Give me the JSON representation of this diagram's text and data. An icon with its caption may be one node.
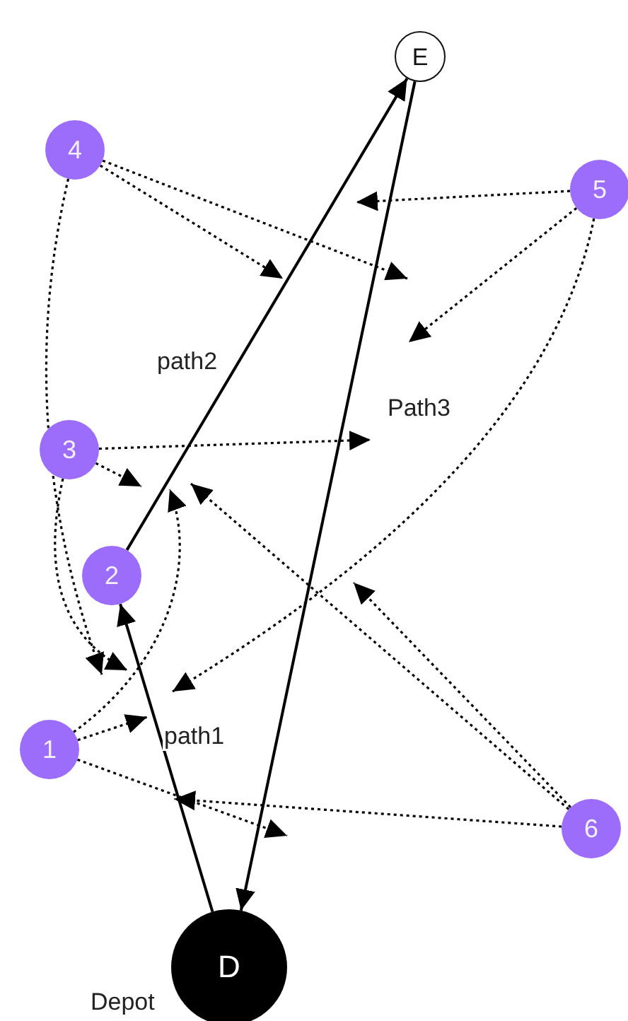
{
  "diagram": {
    "nodes": [
      {
        "text": [
          "E"
        ]
      },
      {
        "text": [
          "4"
        ]
      },
      {
        "text": [
          "5"
        ]
      },
      {
        "text": [
          "3"
        ]
      },
      {
        "text": [
          "2"
        ]
      },
      {
        "text": [
          "1"
        ]
      },
      {
        "text": [
          "6"
        ]
      },
      {
        "text": [
          "D"
        ],
        "beside": [
          "Depot"
        ]
      }
    ],
    "edges": [
      {
        "from": 7,
        "to": 4,
        "arrow": "to",
        "label": "path1"
      },
      {
        "from": 4,
        "to": 0,
        "arrow": "to",
        "label": "path2"
      },
      {
        "from": 0,
        "to": 7,
        "arrow": "to",
        "label": "Path3"
      },
      {
        "from": 1,
        "to": null,
        "arrow": "to",
        "style": "dashed"
      },
      {
        "from": 1,
        "to": null,
        "arrow": "to",
        "style": "dashed"
      },
      {
        "from": 1,
        "to": null,
        "arrow": "to",
        "style": "dashed"
      },
      {
        "from": 2,
        "to": null,
        "arrow": "to",
        "style": "dashed"
      },
      {
        "from": 2,
        "to": null,
        "arrow": "to",
        "style": "dashed"
      },
      {
        "from": 2,
        "to": null,
        "arrow": "to",
        "style": "dashed"
      },
      {
        "from": 3,
        "to": null,
        "arrow": "to",
        "style": "dashed"
      },
      {
        "from": 3,
        "to": null,
        "arrow": "to",
        "style": "dashed"
      },
      {
        "from": 3,
        "to": null,
        "arrow": "to",
        "style": "dashed"
      },
      {
        "from": 5,
        "to": null,
        "arrow": "to",
        "style": "dashed"
      },
      {
        "from": 5,
        "to": null,
        "arrow": "to",
        "style": "dashed"
      },
      {
        "from": 5,
        "to": null,
        "arrow": "to",
        "style": "dashed"
      },
      {
        "from": 6,
        "to": null,
        "arrow": "to",
        "style": "dashed"
      },
      {
        "from": 6,
        "to": null,
        "arrow": "to",
        "style": "dashed"
      },
      {
        "from": 6,
        "to": null,
        "arrow": "to",
        "style": "dashed"
      }
    ]
  }
}
